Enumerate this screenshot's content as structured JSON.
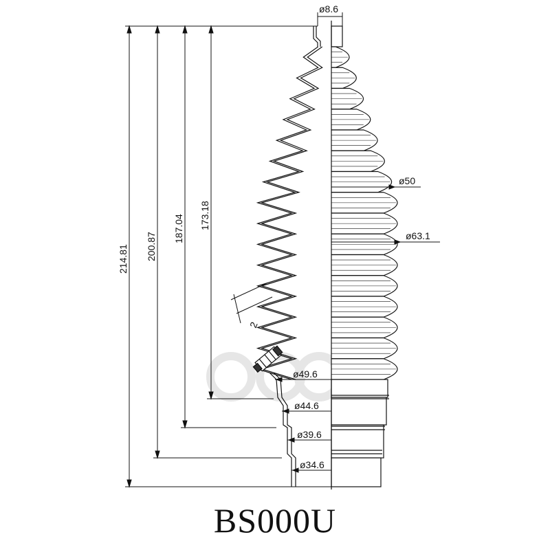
{
  "part_number": "BS000U",
  "watermark": "аbор",
  "dimensions": {
    "heights": [
      "214.81",
      "200.87",
      "187.04",
      "173.18"
    ],
    "diameters": {
      "top": "ø8.6",
      "d50": "ø50",
      "d63": "ø63.1",
      "d49": "ø49.6",
      "d44": "ø44.6",
      "d39": "ø39.6",
      "d34": "ø34.6"
    },
    "wall_thickness": "2"
  }
}
